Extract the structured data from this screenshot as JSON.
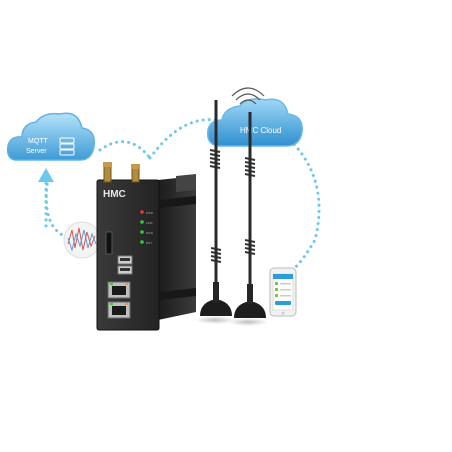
{
  "mqtt_cloud": {
    "line1": "MQTT",
    "line2": "Server",
    "icon": "server-icon"
  },
  "hmc_cloud": {
    "label": "HMC Cloud",
    "icon": "wifi-icon"
  },
  "gateway": {
    "brand": "HMC",
    "led_labels": [
      "PWR",
      "LINK",
      "WAN",
      "RST"
    ]
  },
  "colors": {
    "cloud_blue": "#4aa6dc",
    "dotted_link": "#6cc8ec",
    "device_body": "#2c2c2c",
    "led_green": "#33cc33",
    "led_red": "#e23b3b"
  }
}
